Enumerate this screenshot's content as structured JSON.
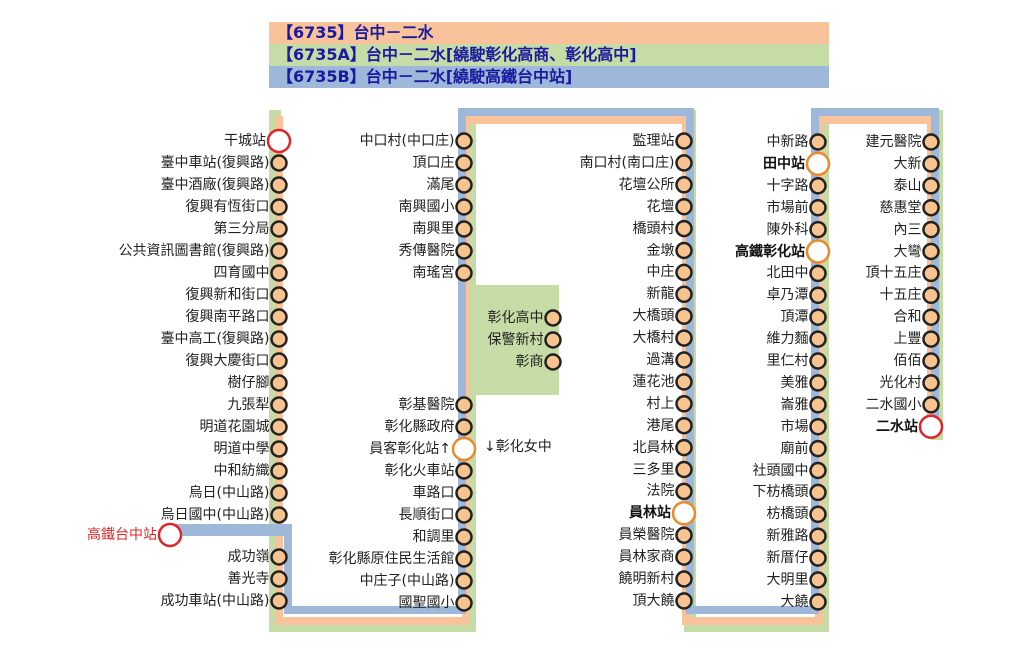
{
  "legend": [
    {
      "label": "【6735】台中－二水",
      "color": "#f8c39a"
    },
    {
      "label": "【6735A】台中－二水[繞駛彰化高商、彰化高中]",
      "color": "#c6dca6"
    },
    {
      "label": "【6735B】台中－二水[繞駛高鐵台中站]",
      "color": "#9db8d8"
    }
  ],
  "route_colors": {
    "6735": "#f8c39a",
    "6735A": "#c6dca6",
    "6735B": "#9db8d8"
  },
  "stop_types": {
    "normal": {
      "fill": "#f7c490",
      "stroke": "#222222"
    },
    "normal_green": {
      "fill": "#c6dca6",
      "stroke": "#222222"
    },
    "transfer_rail": {
      "fill": "#ffffff",
      "stroke": "#ea8a2a"
    },
    "terminal": {
      "fill": "#ffffff",
      "stroke": "#e0262a"
    }
  },
  "columns": [
    {
      "id": "col1",
      "stops": [
        "干城站",
        "臺中車站(復興路)",
        "臺中酒廠(復興路)",
        "復興有恆街口",
        "第三分局",
        "公共資訊圖書館(復興路)",
        "四育國中",
        "復興新和街口",
        "復興南平路口",
        "臺中高工(復興路)",
        "復興大慶街口",
        "樹仔腳",
        "九張犁",
        "明道花園城",
        "明道中學",
        "中和紡織",
        "烏日(中山路)",
        "烏日國中(中山路)"
      ]
    },
    {
      "id": "col1b",
      "stops": [
        "高鐵台中站"
      ]
    },
    {
      "id": "col1c",
      "stops": [
        "成功嶺",
        "善光寺",
        "成功車站(中山路)"
      ]
    },
    {
      "id": "col2a",
      "stops": [
        "中口村(中口庄)",
        "頂口庄",
        "滿尾",
        "南興國小",
        "南興里",
        "秀傳醫院",
        "南瑤宮"
      ]
    },
    {
      "id": "col2b",
      "stops": [
        "彰化高中",
        "保警新村",
        "彰商"
      ]
    },
    {
      "id": "col2c",
      "stops": [
        "彰基醫院",
        "彰化縣政府",
        "員客彰化站↑",
        "彰化火車站",
        "車路口",
        "長順街口",
        "和調里",
        "彰化縣原住民生活館",
        "中庄子(中山路)",
        "國聖國小"
      ]
    },
    {
      "id": "col3",
      "stops": [
        "監理站",
        "南口村(南口庄)",
        "花壇公所",
        "花壇",
        "橋頭村",
        "金墩",
        "中庄",
        "新龍",
        "大橋頭",
        "大橋村",
        "過溝",
        "蓮花池",
        "村上",
        "港尾",
        "北員林",
        "三多里",
        "法院",
        "員林站",
        "員榮醫院",
        "員林家商",
        "饒明新村",
        "頂大饒"
      ]
    },
    {
      "id": "col4",
      "stops": [
        "中新路",
        "田中站",
        "十字路",
        "市場前",
        "陳外科",
        "高鐵彰化站",
        "北田中",
        "卓乃潭",
        "頂潭",
        "維力麵",
        "里仁村",
        "美雅",
        "崙雅",
        "市場",
        "廟前",
        "社頭國中",
        "下枋橋頭",
        "枋橋頭",
        "新雅路",
        "新厝仔",
        "大明里",
        "大饒"
      ]
    },
    {
      "id": "col5",
      "stops": [
        "建元醫院",
        "大新",
        "泰山",
        "慈惠堂",
        "內三",
        "大彎",
        "頂十五庄",
        "十五庄",
        "合和",
        "上豐",
        "佰佰",
        "光化村",
        "二水國小",
        "二水站"
      ]
    }
  ],
  "side_note": "↓彰化女中"
}
